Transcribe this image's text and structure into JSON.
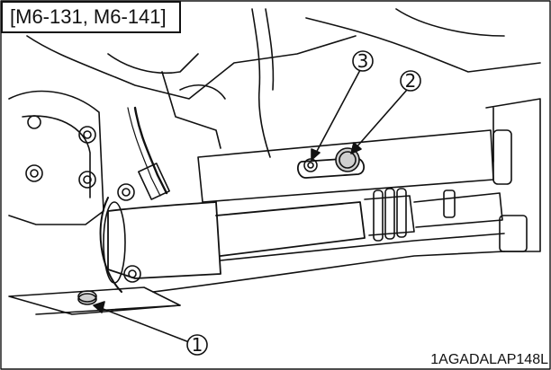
{
  "figure": {
    "model_tag": "[M6-131, M6-141]",
    "figure_code": "1AGADALAP148L",
    "callouts": [
      {
        "id": "1",
        "label": "1",
        "part": "drain-plug"
      },
      {
        "id": "2",
        "label": "2",
        "part": "filler-plug"
      },
      {
        "id": "3",
        "label": "3",
        "part": "check-plug"
      }
    ]
  },
  "colors": {
    "line": "#111111",
    "background": "#ffffff",
    "shade": "#cfcfcf"
  }
}
